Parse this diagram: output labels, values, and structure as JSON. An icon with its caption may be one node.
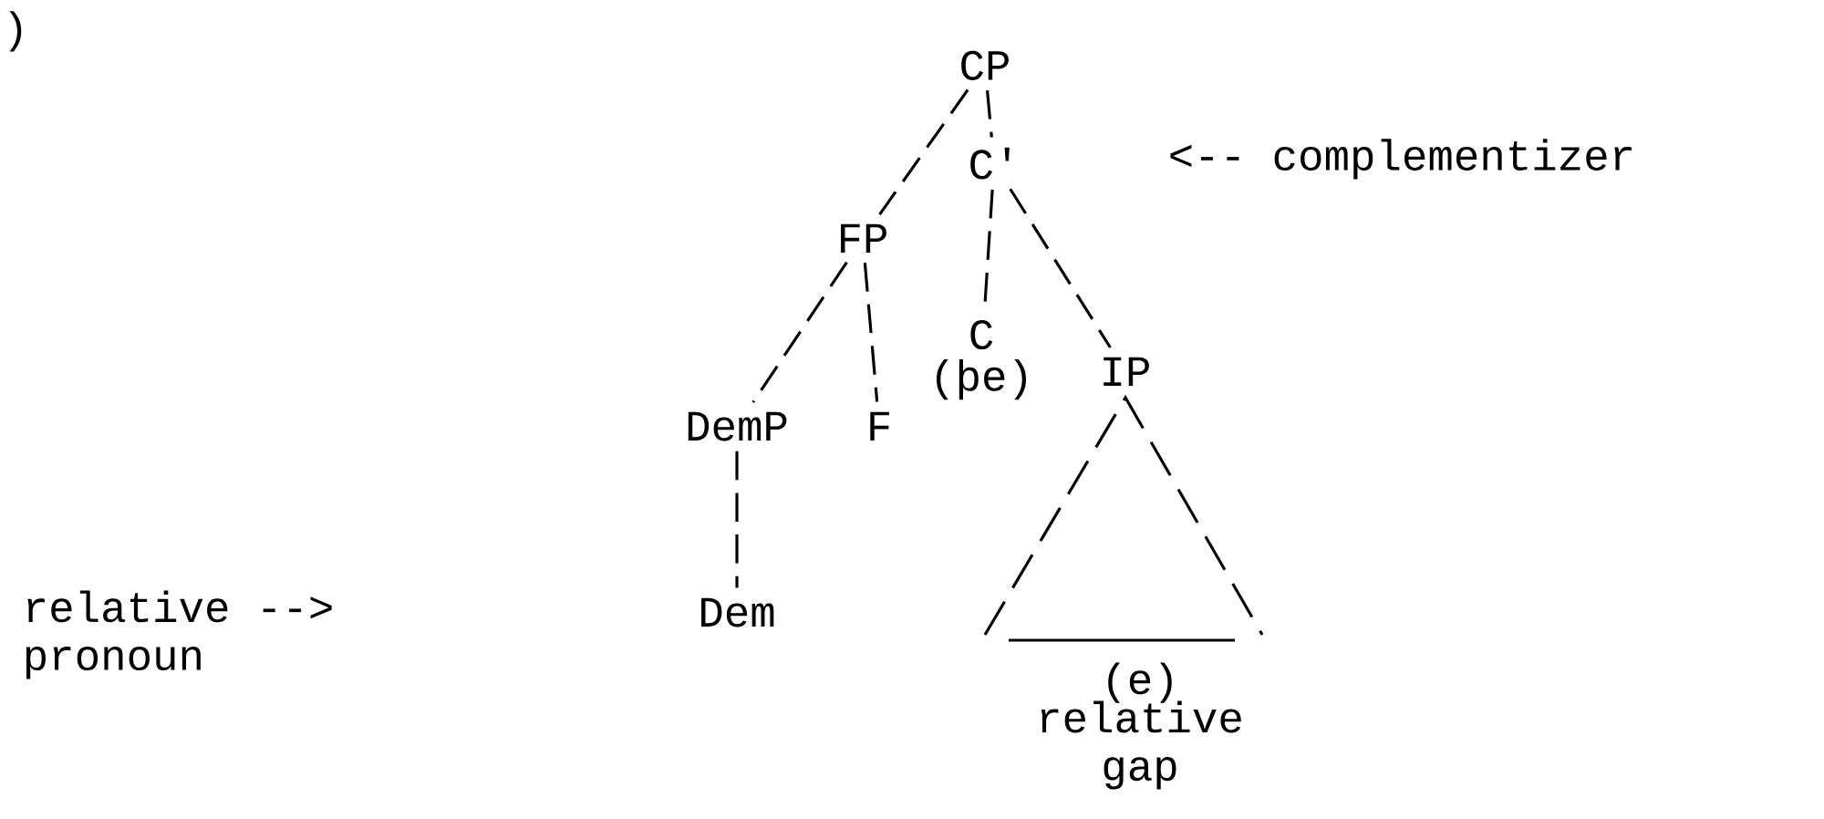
{
  "diagram": {
    "nodes": [
      {
        "text": [
          "CP"
        ]
      },
      {
        "text": [
          "C'"
        ]
      },
      {
        "text": [
          "FP"
        ]
      },
      {
        "text": [
          "C",
          "(þe)"
        ]
      },
      {
        "text": [
          "IP"
        ]
      },
      {
        "text": [
          "DemP"
        ]
      },
      {
        "text": [
          "F"
        ]
      },
      {
        "text": [
          "Dem"
        ]
      },
      {
        "text": [
          "(e)",
          "relative gap"
        ]
      }
    ],
    "edges": [
      {
        "from": 0,
        "to": 2,
        "arrow": "none"
      },
      {
        "from": 0,
        "to": 1,
        "arrow": "none"
      },
      {
        "from": 1,
        "to": 3,
        "arrow": "none"
      },
      {
        "from": 1,
        "to": 4,
        "arrow": "none"
      },
      {
        "from": 2,
        "to": 5,
        "arrow": "none"
      },
      {
        "from": 2,
        "to": 6,
        "arrow": "none"
      },
      {
        "from": 5,
        "to": 7,
        "arrow": "none"
      }
    ],
    "labels": [
      ")",
      "<-- complementizer",
      "relative --> pronoun"
    ]
  }
}
